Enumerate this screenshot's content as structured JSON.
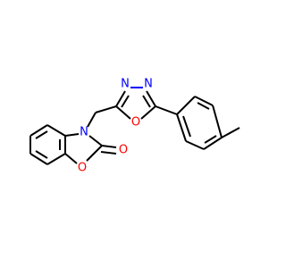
{
  "atoms": {
    "n_ring1": "N",
    "n_ring2": "N",
    "o_oxadiazole": "O",
    "n_benzoxazole": "N",
    "o_carbonyl": "O",
    "o_benzoxazole": "O"
  },
  "colors": {
    "carbon": "#000000",
    "nitrogen": "#0000ff",
    "oxygen": "#ff0000",
    "background": "#ffffff"
  }
}
